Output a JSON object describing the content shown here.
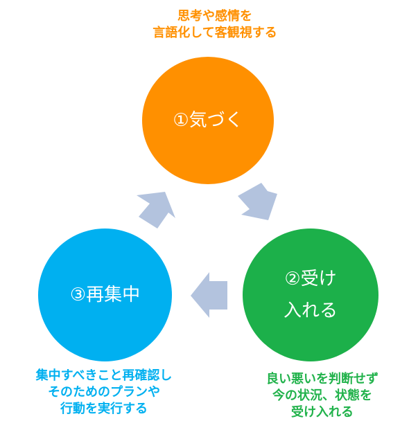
{
  "diagram": {
    "title": "気づく・受け入れる・再集中のサイクル",
    "colors": {
      "step1": "#FF9000",
      "step2": "#1CB04A",
      "step3": "#00B0F0",
      "arrow": "#B3C3DE"
    },
    "steps": [
      {
        "label": "①気づく",
        "label_lines": [
          "①気づく"
        ],
        "description_lines": [
          "思考や感情を",
          "言語化して客観視する"
        ]
      },
      {
        "label": "②受け入れる",
        "label_lines": [
          "②受け",
          "入れる"
        ],
        "description_lines": [
          "良い悪いを判断せず",
          "今の状況、状態を",
          "受け入れる"
        ]
      },
      {
        "label": "③再集中",
        "label_lines": [
          "③再集中"
        ],
        "description_lines": [
          "集中すべきこと再確認し",
          "そのためのプランや",
          "行動を実行する"
        ]
      }
    ],
    "arrows": [
      {
        "from": "①気づく",
        "to": "②受け入れる",
        "icon": "arrow-down-right-icon"
      },
      {
        "from": "②受け入れる",
        "to": "③再集中",
        "icon": "arrow-left-icon"
      },
      {
        "from": "③再集中",
        "to": "①気づく",
        "icon": "arrow-up-right-icon"
      }
    ]
  }
}
